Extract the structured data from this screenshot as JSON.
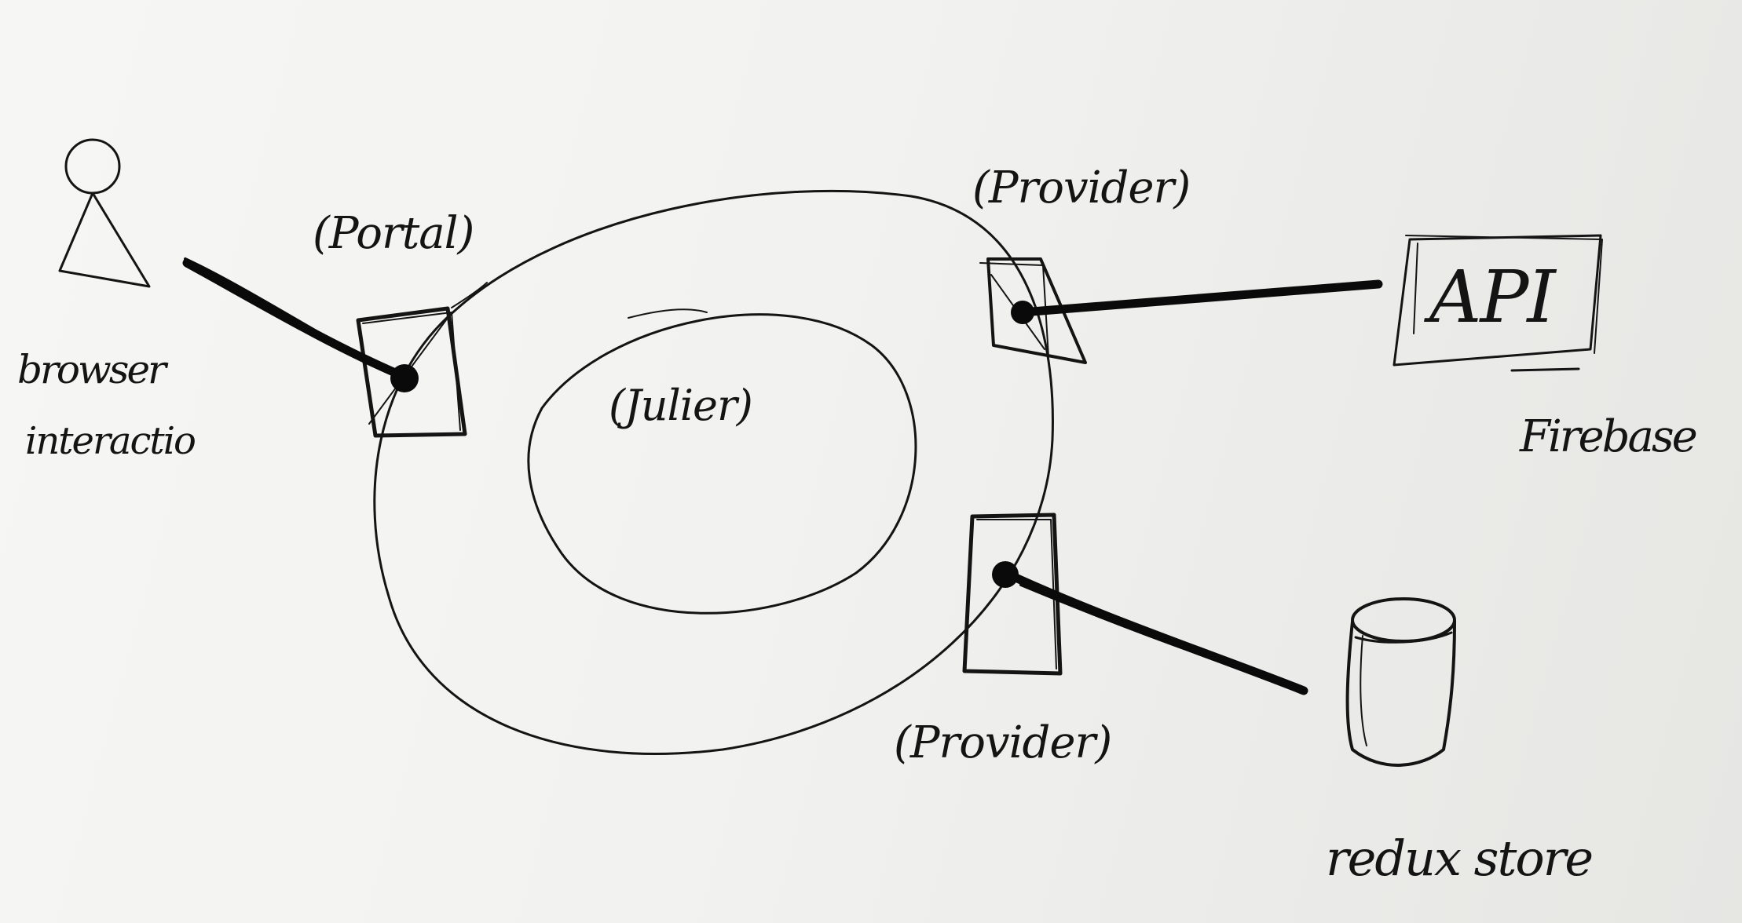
{
  "labels": {
    "portal": "(Portal)",
    "provider_api": "(Provider)",
    "provider_store": "(Provider)",
    "inner": "(Julier)",
    "api": "API",
    "firebase": "Firebase",
    "browser_line1": "browser",
    "browser_line2": "interactio",
    "store": "redux store"
  },
  "colors": {
    "ink": "#141414",
    "paper": "#f2f2f0"
  },
  "icons": [
    "user-icon",
    "database-icon"
  ]
}
